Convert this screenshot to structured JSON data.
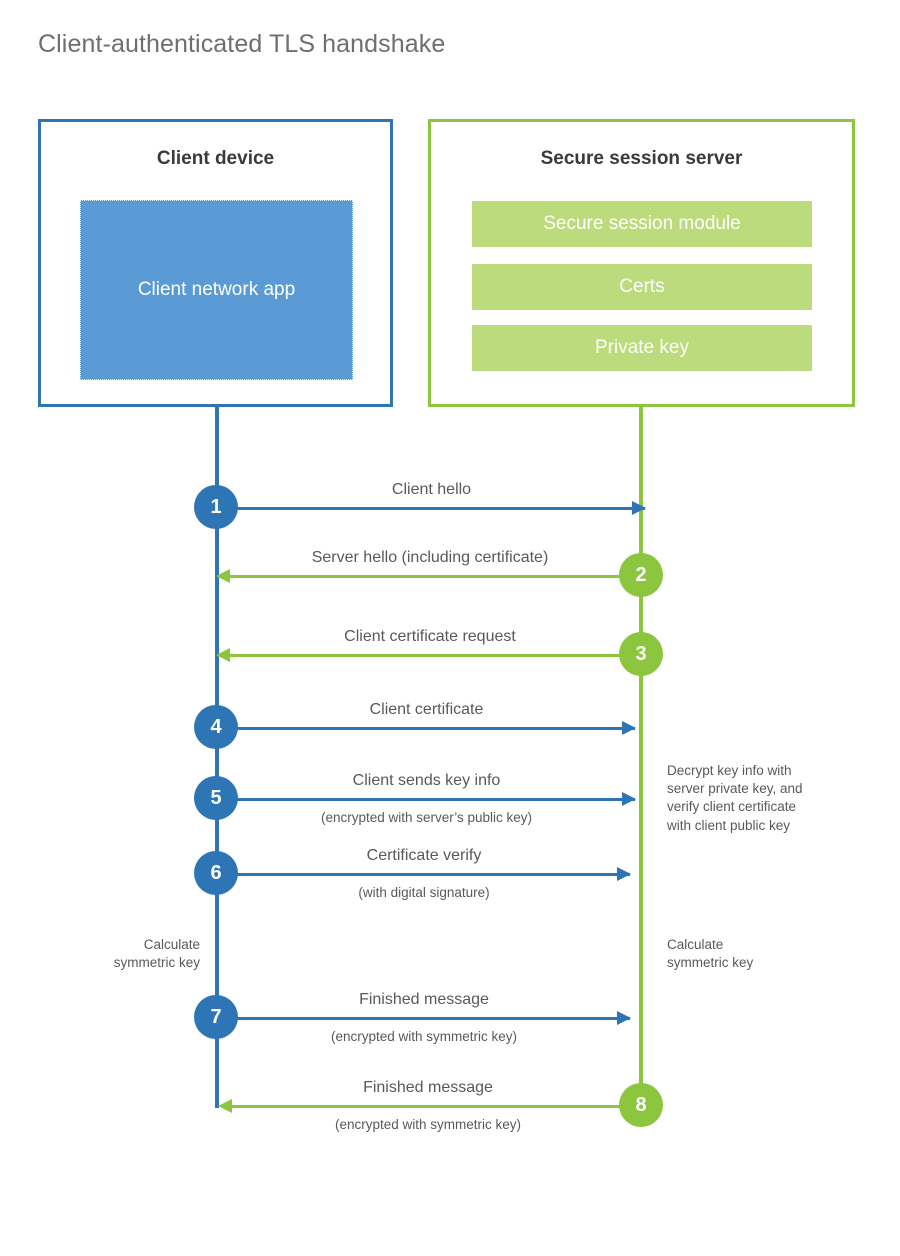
{
  "title": "Client-authenticated TLS handshake",
  "colors": {
    "client_blue": "#2e75b6",
    "client_app_fill": "#5b9bd5",
    "server_green": "#8cc63f",
    "server_bar_fill": "#bcdb7c",
    "text_gray": "#58595b",
    "title_gray": "#6d6e71"
  },
  "client": {
    "title": "Client device",
    "app_label": "Client network\napp"
  },
  "server": {
    "title": "Secure session server",
    "components": [
      {
        "label": "Secure session module"
      },
      {
        "label": "Certs"
      },
      {
        "label": "Private key"
      }
    ]
  },
  "messages": [
    {
      "step": "1",
      "label": "Client hello",
      "sublabel": "",
      "direction": "client-to-server",
      "color": "blue"
    },
    {
      "step": "2",
      "label": "Server hello (including certificate)",
      "sublabel": "",
      "direction": "server-to-client",
      "color": "green"
    },
    {
      "step": "3",
      "label": "Client certificate request",
      "sublabel": "",
      "direction": "server-to-client",
      "color": "green"
    },
    {
      "step": "4",
      "label": "Client certificate",
      "sublabel": "",
      "direction": "client-to-server",
      "color": "blue"
    },
    {
      "step": "5",
      "label": "Client sends key info",
      "sublabel": "(encrypted with server’s public key)",
      "direction": "client-to-server",
      "color": "blue"
    },
    {
      "step": "6",
      "label": "Certificate verify",
      "sublabel": "(with digital signature)",
      "direction": "client-to-server",
      "color": "blue"
    },
    {
      "step": "7",
      "label": "Finished message",
      "sublabel": "(encrypted with symmetric key)",
      "direction": "client-to-server",
      "color": "blue"
    },
    {
      "step": "8",
      "label": "Finished message",
      "sublabel": "(encrypted with symmetric key)",
      "direction": "server-to-client",
      "color": "green"
    }
  ],
  "annotations": {
    "server_decrypt": "Decrypt key info with\nserver private key, and\nverify client certificate\nwith client public key",
    "client_calculate": "Calculate\nsymmetric key",
    "server_calculate": "Calculate\nsymmetric key"
  }
}
